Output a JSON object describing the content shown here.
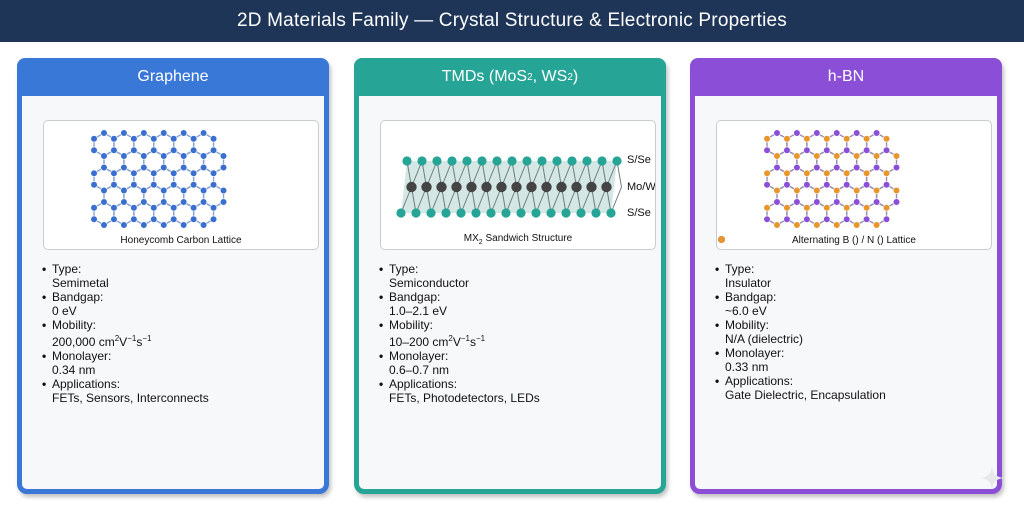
{
  "header": {
    "title": "2D Materials Family — Crystal Structure & Electronic Properties"
  },
  "colors": {
    "graphene": "#3a78d8",
    "tmd": "#26a496",
    "hbn": "#8a4fd6",
    "boron": "#8a4fd6",
    "nitrogen": "#e8962c",
    "carbon": "#3a6fcf"
  },
  "cards": [
    {
      "title": "Graphene",
      "caption": "Honeycomb Carbon Lattice",
      "labels": {
        "type": "Type:",
        "bandgap": "Bandgap:",
        "mobility": "Mobility:",
        "monolayer": "Monolayer:",
        "applications": "Applications:"
      },
      "type": "Semimetal",
      "bandgap": "0 eV",
      "mobility_num": "200,000 cm",
      "mobility_units": "V",
      "mobility_s": "s",
      "exp2": "2",
      "expm1": "−1",
      "monolayer": "0.34 nm",
      "applications": "FETs, Sensors, Interconnects"
    },
    {
      "title_pre": "TMDs (MoS",
      "title_mid": ", WS",
      "title_post": ")",
      "sub2": "2",
      "caption_pre": "MX",
      "caption_post": " Sandwich Structure",
      "layers": [
        "S/Se",
        "Mo/W",
        "S/Se"
      ],
      "labels": {
        "type": "Type:",
        "bandgap": "Bandgap:",
        "mobility": "Mobility:",
        "monolayer": "Monolayer:",
        "applications": "Applications:"
      },
      "type": "Semiconductor",
      "bandgap": "1.0–2.1 eV",
      "mobility_num": "10–200 cm",
      "mobility_units": "V",
      "mobility_s": "s",
      "exp2": "2",
      "expm1": "−1",
      "monolayer": "0.6–0.7 nm",
      "applications": "FETs, Photodetectors, LEDs"
    },
    {
      "title": "h-BN",
      "caption_pre": "Alternating B (",
      "caption_mid": ") / N (",
      "caption_post": ") Lattice",
      "labels": {
        "type": "Type:",
        "bandgap": "Bandgap:",
        "mobility": "Mobility:",
        "monolayer": "Monolayer:",
        "applications": "Applications:"
      },
      "type": "Insulator",
      "bandgap": "~6.0 eV",
      "mobility": "N/A (dielectric)",
      "monolayer": "0.33 nm",
      "applications": "Gate Dielectric, Encapsulation"
    }
  ]
}
